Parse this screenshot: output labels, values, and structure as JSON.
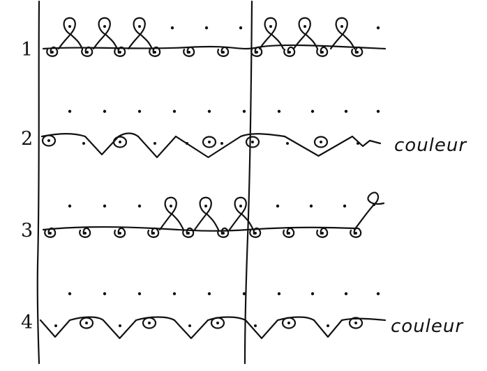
{
  "diagram": {
    "rows": [
      {
        "number": "1",
        "note": ""
      },
      {
        "number": "2",
        "note": "couleur"
      },
      {
        "number": "3",
        "note": ""
      },
      {
        "number": "4",
        "note": "couleur"
      }
    ],
    "ink_color": "#111111",
    "paper_color": "#ffffff"
  }
}
